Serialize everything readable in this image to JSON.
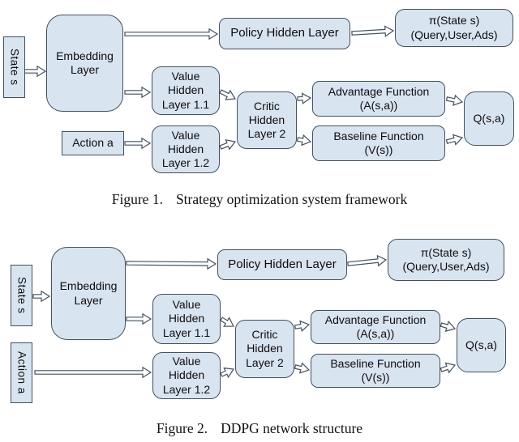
{
  "colors": {
    "node_fill": "#d9e4f1",
    "node_border": "#44505c",
    "arrow_fill": "#fcfdff",
    "text": "#0d0d0d",
    "background": "#ffffff"
  },
  "figure1": {
    "caption_label": "Figure 1.",
    "caption_text": "Strategy optimization system framework",
    "nodes": {
      "state": "State s",
      "embedding": "Embedding\nLayer",
      "policy": "Policy Hidden Layer",
      "pi": "π(State s)\n(Query,User,Ads)",
      "value11": "Value\nHidden\nLayer 1.1",
      "action": "Action a",
      "value12": "Value\nHidden\nLayer 1.2",
      "critic": "Critic\nHidden\nLayer 2",
      "advantage": "Advantage Function\n(A(s,a))",
      "baseline": "Baseline Function\n(V(s))",
      "q": "Q(s,a)"
    }
  },
  "figure2": {
    "caption_label": "Figure 2.",
    "caption_text": "DDPG network structure",
    "nodes": {
      "state": "State s",
      "embedding": "Embedding\nLayer",
      "policy": "Policy Hidden Layer",
      "pi": "π(State s)\n(Query,User,Ads)",
      "value11": "Value\nHidden\nLayer 1.1",
      "action": "Action a",
      "value12": "Value\nHidden\nLayer 1.2",
      "critic": "Critic\nHidden\nLayer 2",
      "advantage": "Advantage Function\n(A(s,a))",
      "baseline": "Baseline Function\n(V(s))",
      "q": "Q(s,a)"
    }
  }
}
